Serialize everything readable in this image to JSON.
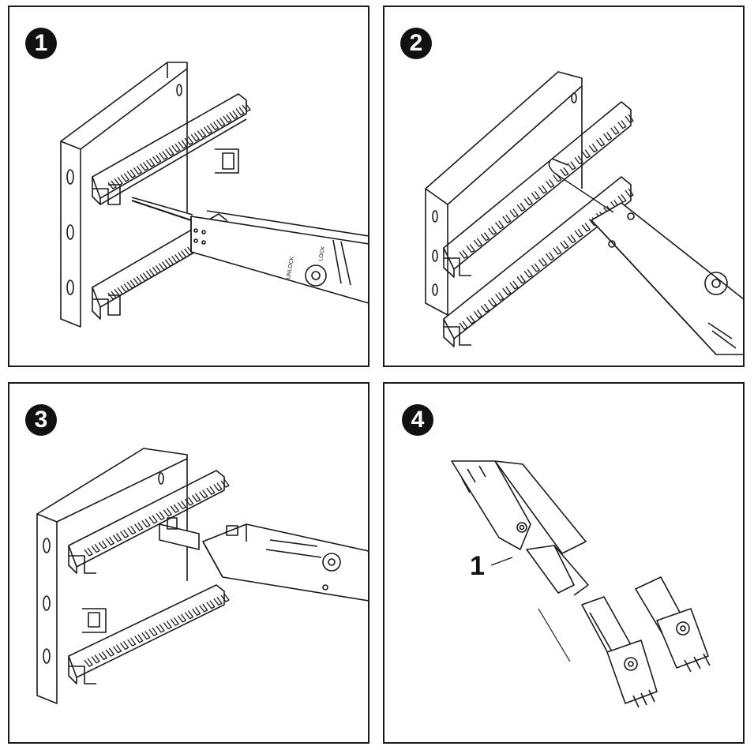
{
  "panels": [
    {
      "step": "1",
      "tool_labels": [
        "UNLOCK",
        "LOCK"
      ]
    },
    {
      "step": "2"
    },
    {
      "step": "3"
    },
    {
      "step": "4",
      "callout": "1"
    }
  ]
}
